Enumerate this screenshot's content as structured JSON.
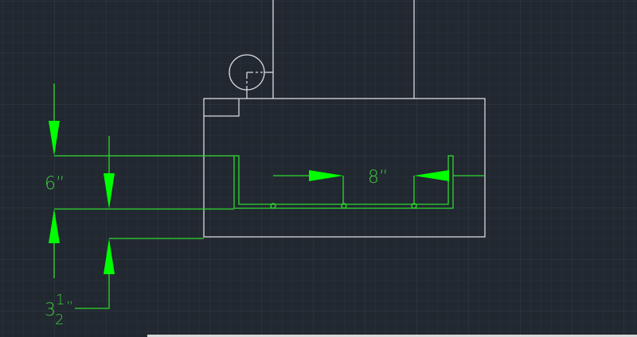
{
  "drawing": {
    "dimensions": {
      "height_6": "6”",
      "width_8": "8”",
      "offset_whole": "3",
      "offset_num": "1",
      "offset_den": "2",
      "offset_unit": "”"
    },
    "colors": {
      "background": "#212830",
      "geometry": "#d8dadc",
      "dimension": "#2fd82f",
      "arrow": "#00ff00"
    }
  }
}
